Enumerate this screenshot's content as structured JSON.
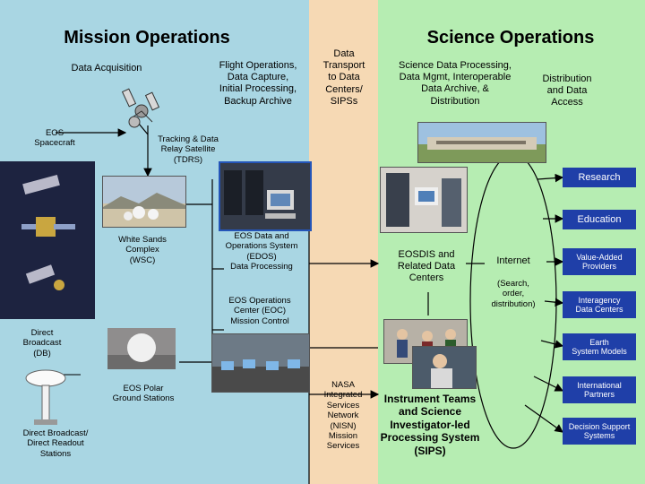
{
  "headings": {
    "mission": "Mission Operations",
    "science": "Science Operations"
  },
  "labels": {
    "data_acquisition": "Data Acquisition",
    "flight_ops": "Flight Operations,\nData Capture,\nInitial Processing,\nBackup Archive",
    "data_transport": "Data\nTransport\nto Data\nCenters/\nSIPSs",
    "science_processing": "Science Data Processing,\nData Mgmt, Interoperable\nData Archive, &\nDistribution",
    "distribution_access": "Distribution\nand Data\nAccess",
    "eos_spacecraft": "EOS\nSpacecraft",
    "tdrs": "Tracking & Data\nRelay Satellite\n(TDRS)",
    "white_sands": "White Sands\nComplex\n(WSC)",
    "edos": "EOS Data and\nOperations System\n(EDOS)\nData Processing",
    "eoc": "EOS Operations\nCenter (EOC)\nMission Control",
    "direct_broadcast": "Direct\nBroadcast\n(DB)",
    "polar_ground": "EOS Polar\nGround Stations",
    "direct_readout": "Direct Broadcast/\nDirect Readout\nStations",
    "nisn": "NASA\nIntegrated\nServices\nNetwork\n(NISN)\nMission\nServices",
    "eosdis": "EOSDIS and\nRelated Data\nCenters",
    "internet": "Internet",
    "search": "(Search,\norder,\ndistribution)",
    "sips": "Instrument Teams\nand Science\nInvestigator-led\nProcessing System\n(SIPS)"
  },
  "users": [
    "Research",
    "Education",
    "Value-Added\nProviders",
    "Interagency\nData Centers",
    "Earth\nSystem Models",
    "International\nPartners",
    "Decision Support\nSystems"
  ],
  "colors": {
    "mission_bg": "#a9d6e3",
    "transport_bg": "#f6d9b4",
    "science_bg": "#b6edb2",
    "user_box": "#1f3fa8"
  }
}
